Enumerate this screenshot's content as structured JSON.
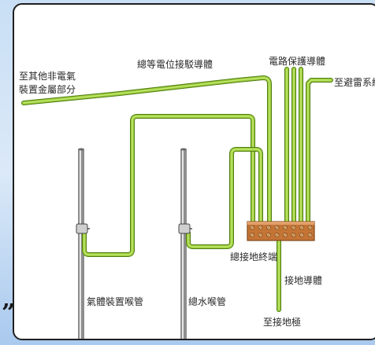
{
  "labels": {
    "other_metal": [
      "至其他非電氣",
      "裝置金屬部分"
    ],
    "equipotential": "總等電位接駁導體",
    "circuit_protective": "電路保護導體",
    "lightning": "至避雷系統",
    "main_terminal": "總接地終端",
    "earthing_conductor": "接地導體",
    "earth_electrode": "至接地極",
    "gas_pipe": "氣體裝置喉管",
    "water_pipe": "總水喉管"
  },
  "decoration": {
    "quote_mark": "”"
  },
  "colors": {
    "wire": "#9bcc3a",
    "wire_highlight": "#c9ea78",
    "wire_outline": "#4f7d12",
    "copper": "#c47535",
    "copper_dark": "#7d4519",
    "pipe": "#8e8e8e",
    "pipe_highlight": "#e6e6e6"
  }
}
